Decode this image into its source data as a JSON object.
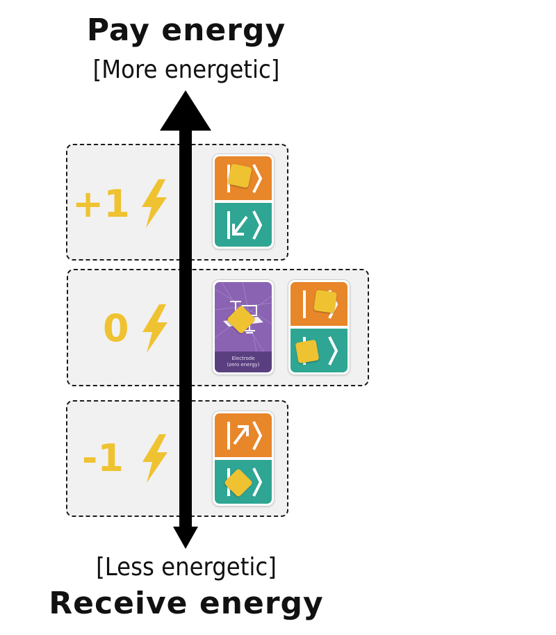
{
  "top": {
    "title": "Pay energy",
    "subtitle": "[More energetic]"
  },
  "bottom": {
    "subtitle": "[Less energetic]",
    "title": "Receive energy"
  },
  "levels": [
    {
      "label": "+1",
      "icon": "lightning-bolt-icon"
    },
    {
      "label": "0",
      "icon": "lightning-bolt-icon"
    },
    {
      "label": "-1",
      "icon": "lightning-bolt-icon"
    }
  ],
  "cards": {
    "electrode_caption_line1": "Electrode",
    "electrode_caption_line2": "(zero energy)",
    "card_icons": [
      "bracket-arrow-icon",
      "bracket-down-left-arrow-icon",
      "bracket-up-right-arrow-icon"
    ]
  },
  "colors": {
    "orange": "#e8862a",
    "teal": "#2fa593",
    "purple": "#8a63b3",
    "token_yellow": "#efc232",
    "box_bg": "#f1f1f1",
    "arrow": "#000000"
  }
}
